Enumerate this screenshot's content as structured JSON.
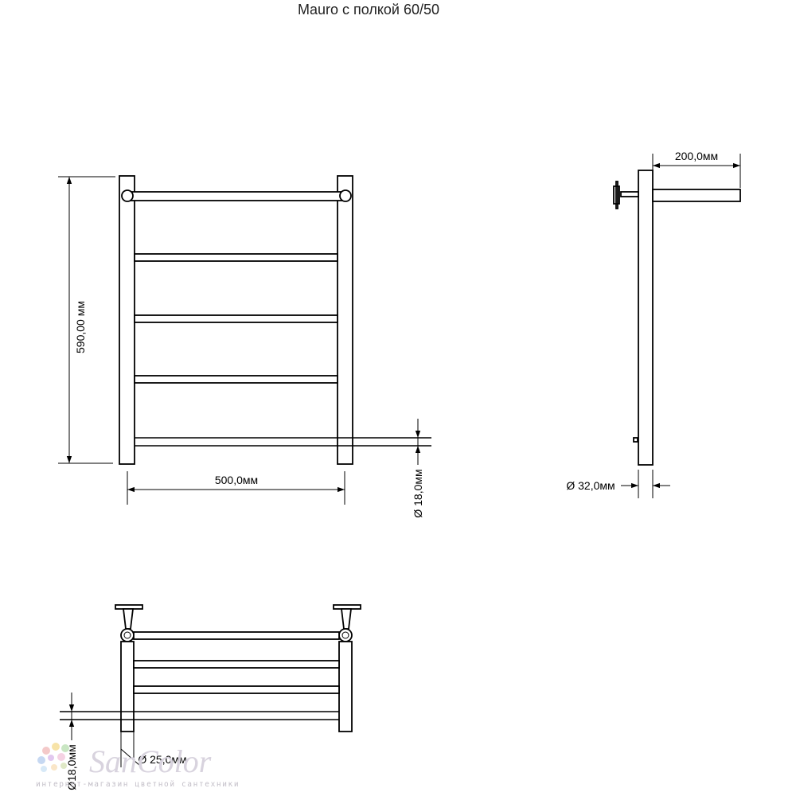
{
  "title": "Mauro с полкой 60/50",
  "dimensions": {
    "height": "590,00 мм",
    "width": "500,0мм",
    "tube_diameter": "Ø 18,0мм",
    "shelf_depth": "200,0мм",
    "pole_diameter": "Ø 32,0мм",
    "top_tube_diameter": "Ø18,0мм",
    "mount_diameter": "Ø 25,0мм"
  },
  "watermark": {
    "brand": "SanColor",
    "tagline": "интернет-магазин цветной сантехники",
    "dot_colors": [
      "#f4c9c9",
      "#f7e3a8",
      "#c9e6c3",
      "#c6d8f2",
      "#e2c8ef",
      "#f5d2e3",
      "#d7e9f7",
      "#fae6c8",
      "#dfe8c6"
    ]
  }
}
